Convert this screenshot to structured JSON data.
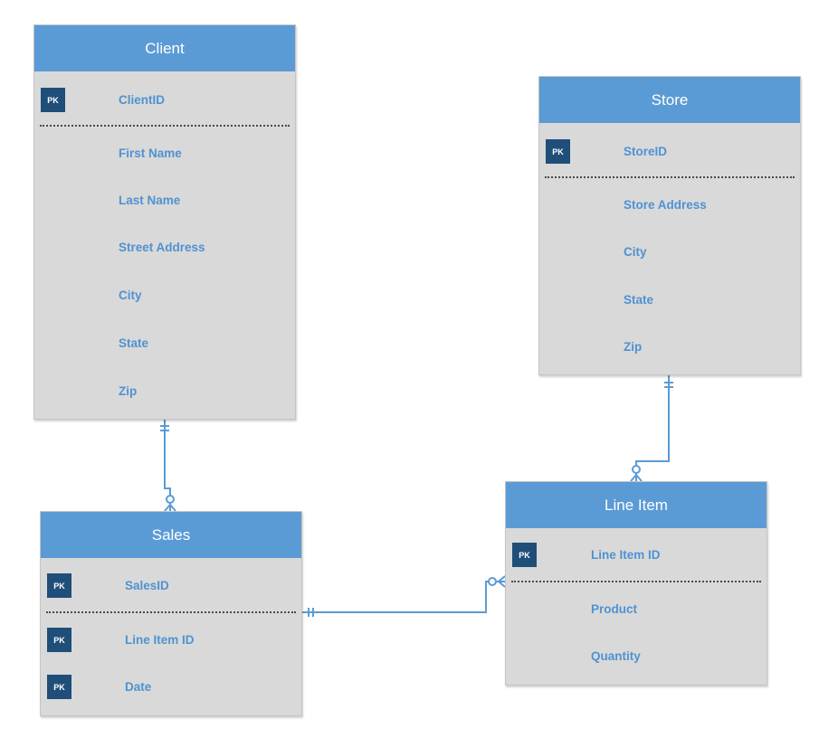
{
  "entities": {
    "client": {
      "title": "Client",
      "pk_badge": "PK",
      "key_attr": "ClientID",
      "attrs": [
        "First Name",
        "Last Name",
        "Street Address",
        "City",
        "State",
        "Zip"
      ]
    },
    "store": {
      "title": "Store",
      "pk_badge": "PK",
      "key_attr": "StoreID",
      "attrs": [
        "Store Address",
        "City",
        "State",
        "Zip"
      ]
    },
    "sales": {
      "title": "Sales",
      "pk_badges": [
        "PK",
        "PK",
        "PK"
      ],
      "key_attr": "SalesID",
      "attrs": [
        "Line Item ID",
        "Date"
      ]
    },
    "line_item": {
      "title": "Line Item",
      "pk_badge": "PK",
      "key_attr": "Line Item ID",
      "attrs": [
        "Product",
        "Quantity"
      ]
    }
  },
  "relationships": [
    {
      "from": "Client",
      "to": "Sales",
      "from_end": "one-and-only-one",
      "to_end": "zero-or-many"
    },
    {
      "from": "Store",
      "to": "Line Item",
      "from_end": "one-and-only-one",
      "to_end": "zero-or-many"
    },
    {
      "from": "Sales",
      "to": "Line Item",
      "from_end": "one-and-only-one",
      "to_end": "zero-or-many"
    }
  ],
  "colors": {
    "header": "#5b9bd5",
    "body": "#d9d9d9",
    "attribute_text": "#4f92d2",
    "pk_badge": "#1f4e79",
    "connector": "#5b9bd5"
  }
}
